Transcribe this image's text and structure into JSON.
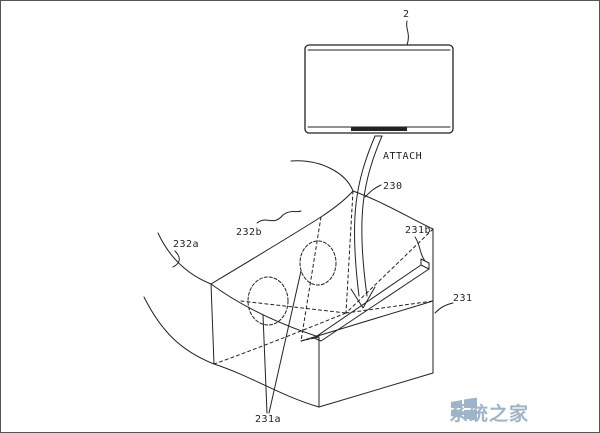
{
  "labels": {
    "device": "2",
    "attach": "ATTACH",
    "goggles": "230",
    "strap_left": "232a",
    "strap_top": "232b",
    "slot": "231b",
    "housing": "231",
    "lenses": "231a"
  },
  "watermark": {
    "icon": "windows-logo-icon",
    "text": "系统之家"
  },
  "colors": {
    "line": "#222222",
    "watermark": "#9fb4c8"
  }
}
